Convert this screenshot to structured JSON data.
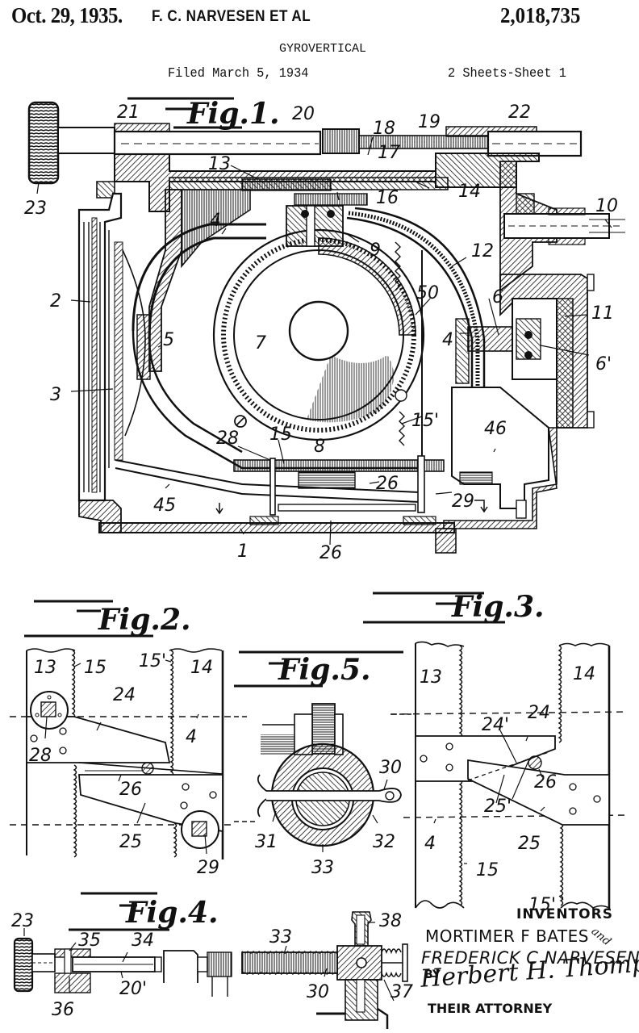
{
  "header": {
    "date": "Oct. 29, 1935.",
    "inventor_line": "F. C. NARVESEN  ET AL",
    "patent_number": "2,018,735",
    "title": "GYROVERTICAL",
    "filed": "Filed March 5, 1934",
    "sheets": "2 Sheets-Sheet 1"
  },
  "figures": {
    "fig1": {
      "caption": "Fig.1.",
      "labels": [
        "21",
        "20",
        "18",
        "19",
        "22",
        "23",
        "13",
        "17",
        "16",
        "14",
        "10",
        "4",
        "9",
        "12",
        "2",
        "5",
        "50",
        "7",
        "6",
        "6'",
        "11",
        "3",
        "4",
        "15'",
        "28",
        "15",
        "8",
        "46",
        "45",
        "26",
        "29",
        "1",
        "26"
      ]
    },
    "fig2": {
      "caption": "Fig.2.",
      "labels": [
        "13",
        "15",
        "15'",
        "14",
        "24",
        "4",
        "28",
        "26",
        "25",
        "29"
      ]
    },
    "fig3": {
      "caption": "Fig.3.",
      "labels": [
        "13",
        "14",
        "24",
        "24'",
        "26",
        "25'",
        "4",
        "25",
        "15",
        "15'"
      ]
    },
    "fig4": {
      "caption": "Fig.4.",
      "labels": [
        "23",
        "35",
        "34",
        "33",
        "38",
        "20'",
        "30",
        "36",
        "37"
      ]
    },
    "fig5": {
      "caption": "Fig.5.",
      "labels": [
        "30",
        "31",
        "32",
        "33"
      ]
    }
  },
  "signature_block": {
    "heading": "INVENTORS",
    "inventor_1": "MORTIMER F BATES",
    "conjunction": "and",
    "inventor_2": "FREDERICK C NARVESEN",
    "by": "BY",
    "attorney_signature": "Herbert H. Thompson",
    "attorney_role": "THEIR ATTORNEY"
  }
}
